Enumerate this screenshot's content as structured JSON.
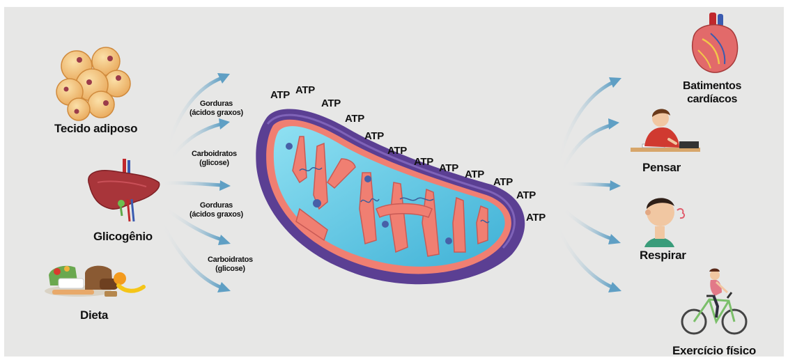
{
  "sources": {
    "adipose": "Tecido adiposo",
    "glycogen": "Glicogênio",
    "diet": "Dieta"
  },
  "fuels": [
    {
      "name": "Gorduras",
      "detail": "(ácidos graxos)"
    },
    {
      "name": "Carboidratos",
      "detail": "(glicose)"
    },
    {
      "name": "Gorduras",
      "detail": "(ácidos graxos)"
    },
    {
      "name": "Carboidratos",
      "detail": "(glicose)"
    }
  ],
  "energy_label": "ATP",
  "uses": {
    "heartbeat_line1": "Batimentos",
    "heartbeat_line2": "cardíacos",
    "think": "Pensar",
    "breathe": "Respirar",
    "exercise": "Exercício físico"
  },
  "colors": {
    "background": "#e7e7e6",
    "arrow": "#5f9fc4",
    "membrane_outer": "#5b3f93",
    "membrane_inner": "#f07f72",
    "matrix": "#5cc3df"
  }
}
